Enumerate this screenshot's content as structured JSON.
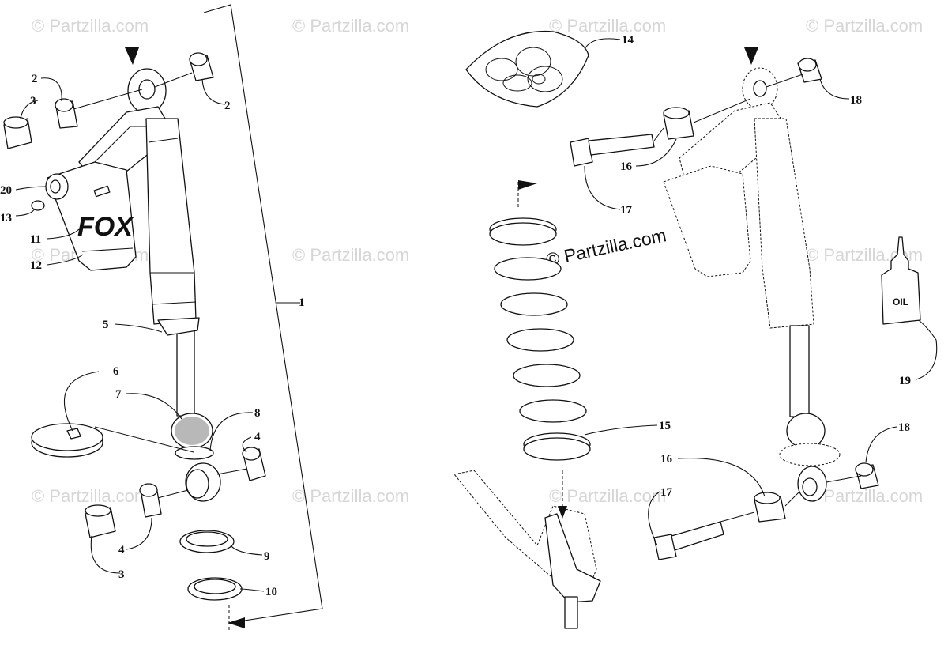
{
  "watermark": {
    "text": "© Partzilla.com",
    "main_text": "© Partzilla.com"
  },
  "labels": {
    "brand": "FOX",
    "oil": "OIL"
  },
  "callouts": [
    {
      "id": "c1",
      "text": "1"
    },
    {
      "id": "c2a",
      "text": "2"
    },
    {
      "id": "c2b",
      "text": "2"
    },
    {
      "id": "c3a",
      "text": "3"
    },
    {
      "id": "c3b",
      "text": "3"
    },
    {
      "id": "c4a",
      "text": "4"
    },
    {
      "id": "c4b",
      "text": "4"
    },
    {
      "id": "c5",
      "text": "5"
    },
    {
      "id": "c6",
      "text": "6"
    },
    {
      "id": "c7",
      "text": "7"
    },
    {
      "id": "c8",
      "text": "8"
    },
    {
      "id": "c9",
      "text": "9"
    },
    {
      "id": "c10",
      "text": "10"
    },
    {
      "id": "c11",
      "text": "11"
    },
    {
      "id": "c12",
      "text": "12"
    },
    {
      "id": "c13",
      "text": "13"
    },
    {
      "id": "c14",
      "text": "14"
    },
    {
      "id": "c15",
      "text": "15"
    },
    {
      "id": "c16a",
      "text": "16"
    },
    {
      "id": "c16b",
      "text": "16"
    },
    {
      "id": "c17a",
      "text": "17"
    },
    {
      "id": "c17b",
      "text": "17"
    },
    {
      "id": "c18a",
      "text": "18"
    },
    {
      "id": "c18b",
      "text": "18"
    },
    {
      "id": "c19",
      "text": "19"
    },
    {
      "id": "c20",
      "text": "20"
    }
  ]
}
